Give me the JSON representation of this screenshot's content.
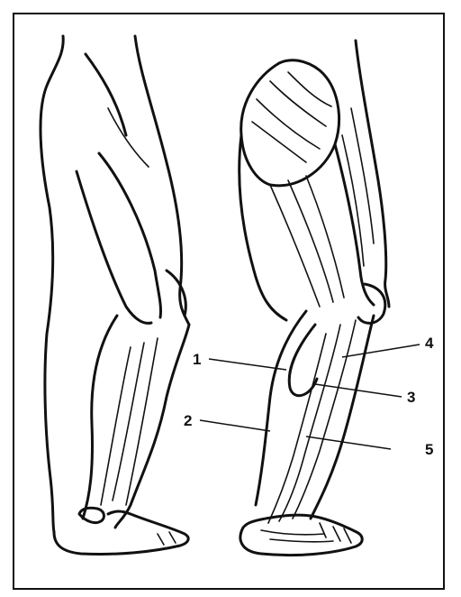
{
  "figure": {
    "labels": [
      {
        "id": "1",
        "text": "1"
      },
      {
        "id": "2",
        "text": "2"
      },
      {
        "id": "3",
        "text": "3"
      },
      {
        "id": "4",
        "text": "4"
      },
      {
        "id": "5",
        "text": "5"
      }
    ]
  }
}
